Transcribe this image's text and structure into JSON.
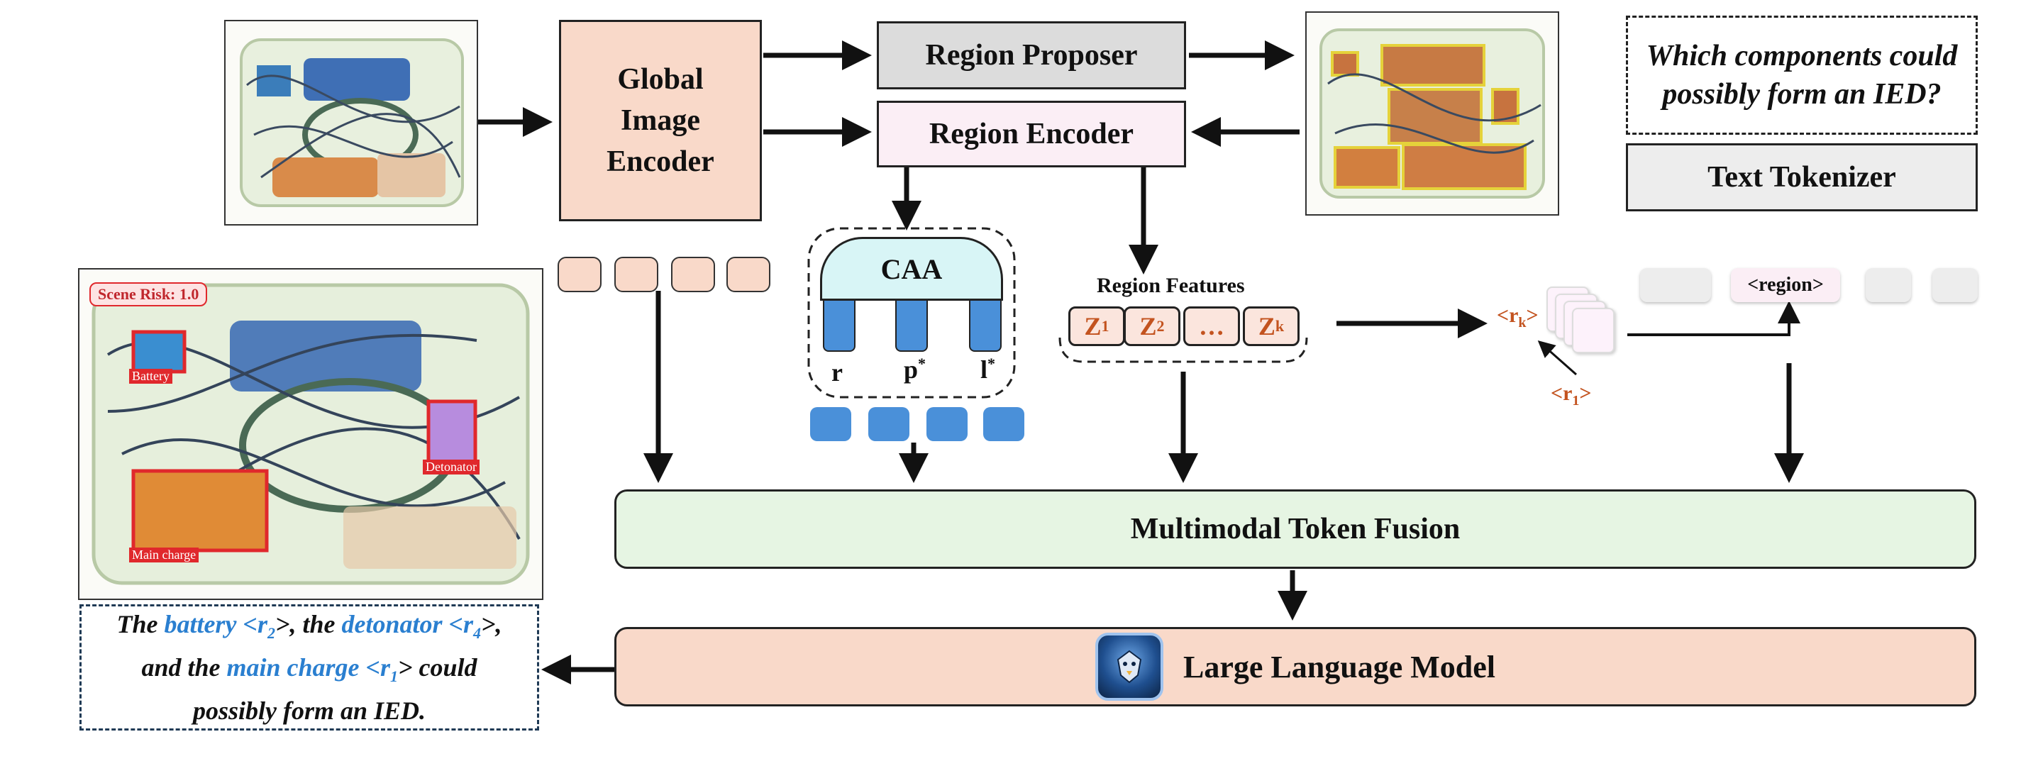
{
  "boxes": {
    "global_encoder": [
      "Global",
      "Image",
      "Encoder"
    ],
    "region_proposer": "Region Proposer",
    "region_encoder": "Region Encoder",
    "question": "Which components could possibly form an IED?",
    "text_tokenizer": "Text Tokenizer",
    "caa": "CAA",
    "fusion": "Multimodal Token Fusion",
    "llm": "Large Language Model"
  },
  "caa_legs": {
    "r": "r",
    "p": "p",
    "l": "l",
    "star": "*"
  },
  "region_features": {
    "title": "Region Features",
    "items": [
      {
        "base": "Z",
        "sub": "1"
      },
      {
        "base": "Z",
        "sub": "2"
      },
      {
        "base": "…",
        "sub": ""
      },
      {
        "base": "Z",
        "sub": "k"
      }
    ]
  },
  "text_tokens": {
    "region_tag": "<region>",
    "rk_base": "<r",
    "rk_sub": "k",
    "r1_base": "<r",
    "r1_sub": "1",
    "close": ">"
  },
  "scene": {
    "risk": "Scene Risk: 1.0",
    "labels": {
      "battery": "Battery",
      "detonator": "Detonator",
      "main_charge": "Main charge"
    }
  },
  "answer": {
    "p1": "The ",
    "battery": "battery <r",
    "sub2": "2",
    "p2": ">, the ",
    "detonator": "detonator <r",
    "sub4": "4",
    "p3": ">,",
    "p4": "and the ",
    "main_charge": "main charge <r",
    "sub1": "1",
    "p5": "> could",
    "p6": "possibly form an IED."
  },
  "colors": {
    "peach": "#f9d9c9",
    "region_proposer": "#dcdcdc",
    "region_encoder": "#fbeef5",
    "caa": "#d8f5f6",
    "fusion": "#e6f5e3",
    "blue_token": "#4a90d9",
    "accent_orange": "#c3531f",
    "accent_blue": "#2a7fd0"
  }
}
